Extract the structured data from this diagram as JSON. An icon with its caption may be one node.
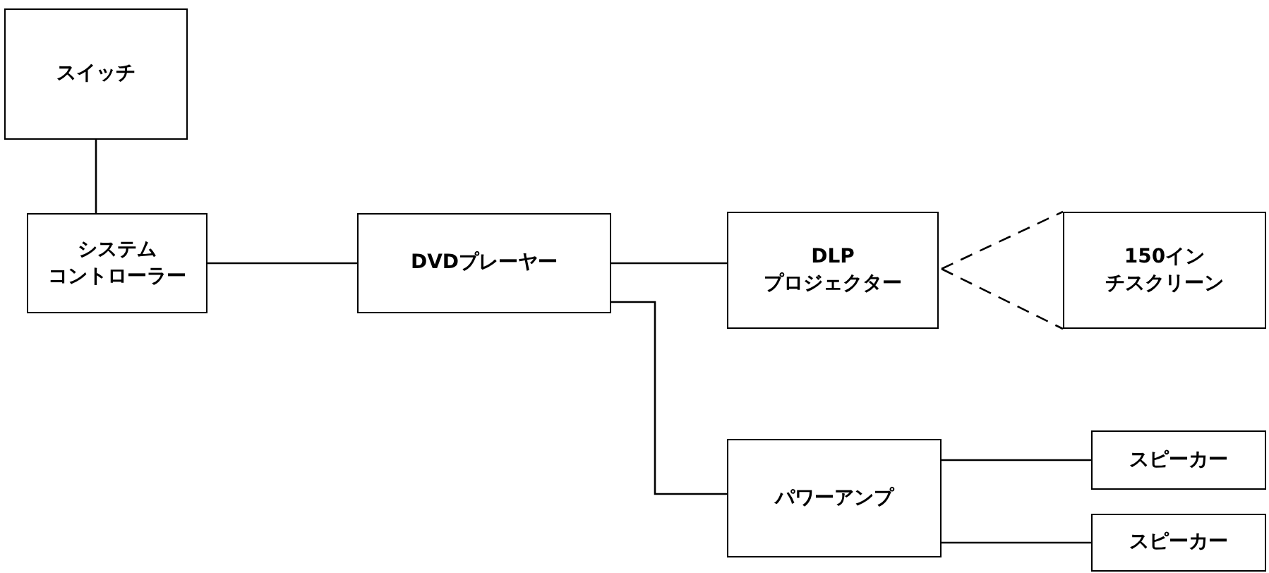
{
  "diagram": {
    "nodes": [
      {
        "text": [
          "スイッチ"
        ]
      },
      {
        "text": [
          "システムコントローラー"
        ]
      },
      {
        "text": [
          "DVDプレーヤー"
        ]
      },
      {
        "text": [
          "DLP プロジェクター"
        ]
      },
      {
        "text": [
          "150インチスクリーン"
        ]
      },
      {
        "text": [
          "パワーアンプ"
        ]
      },
      {
        "text": [
          "スピーカー"
        ]
      },
      {
        "text": [
          "スピーカー"
        ]
      }
    ],
    "edges": [
      {
        "from": 0,
        "to": 1,
        "arrow": "none"
      },
      {
        "from": 1,
        "to": 2,
        "arrow": "none"
      },
      {
        "from": 2,
        "to": 3,
        "arrow": "none"
      },
      {
        "from": 3,
        "to": 4,
        "arrow": "none",
        "style": "dashed"
      },
      {
        "from": 3,
        "to": 4,
        "arrow": "none",
        "style": "dashed"
      },
      {
        "from": 2,
        "to": 5,
        "arrow": "none"
      },
      {
        "from": 5,
        "to": 6,
        "arrow": "none"
      },
      {
        "from": 5,
        "to": 7,
        "arrow": "none"
      }
    ]
  }
}
